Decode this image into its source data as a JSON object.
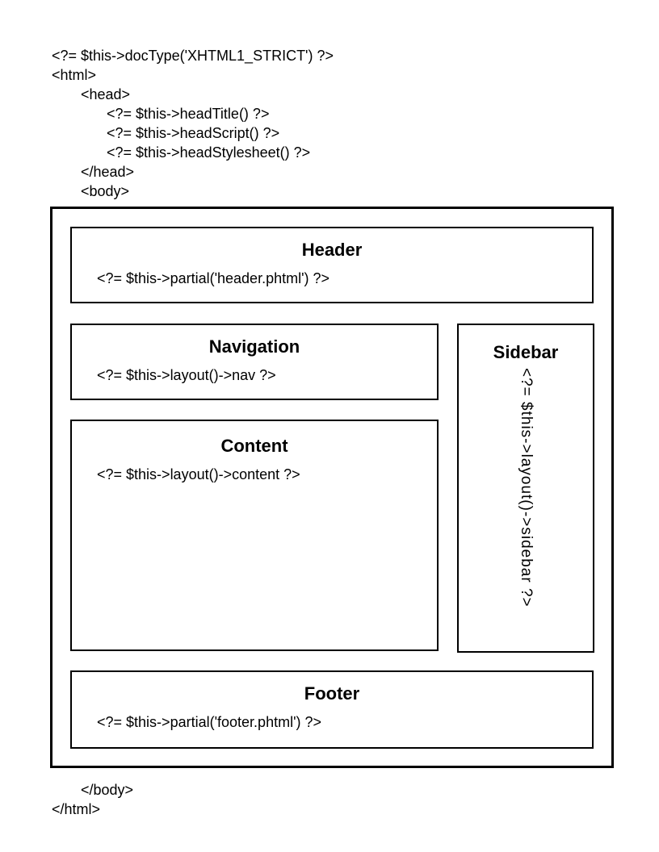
{
  "page": {
    "background": "#ffffff",
    "text_color": "#000000",
    "border_color": "#000000"
  },
  "code_top": {
    "lines": [
      "<?= $this->docType('XHTML1_STRICT') ?>",
      "<html>",
      "<head>",
      "<?= $this->headTitle() ?>",
      "<?= $this->headScript() ?>",
      "<?= $this->headStylesheet() ?>",
      "</head>",
      "<body>"
    ]
  },
  "boxes": {
    "header": {
      "title": "Header",
      "code": "<?= $this->partial('header.phtml') ?>"
    },
    "navigation": {
      "title": "Navigation",
      "code": "<?= $this->layout()->nav ?>"
    },
    "content": {
      "title": "Content",
      "code": "<?= $this->layout()->content ?>"
    },
    "sidebar": {
      "title": "Sidebar",
      "code": "<?= $this->layout()->sidebar ?>"
    },
    "footer": {
      "title": "Footer",
      "code": "<?= $this->partial('footer.phtml') ?>"
    }
  },
  "code_bottom": {
    "lines": [
      "</body>",
      "</html>"
    ]
  }
}
